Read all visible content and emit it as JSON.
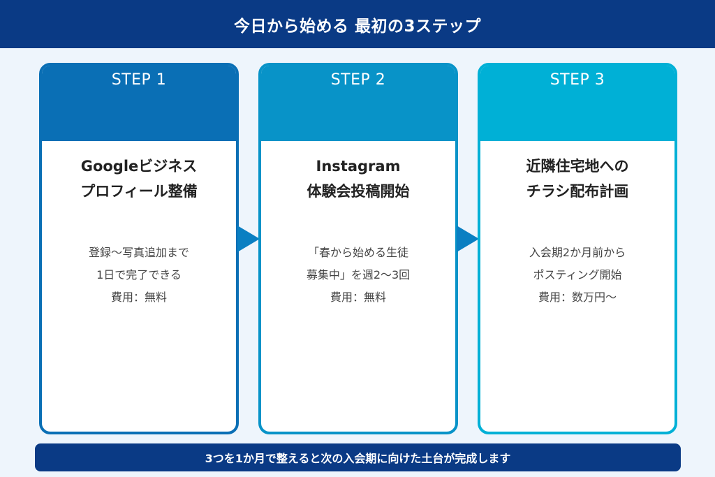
{
  "header": {
    "title": "今日から始める 最初の3ステップ"
  },
  "colors": {
    "navy": "#0a3a85",
    "step1": "#0a6fb5",
    "step2": "#0893c8",
    "step3": "#00b0d6",
    "arrow": "#0a7fc2",
    "background": "#eef5fc"
  },
  "steps": [
    {
      "label": "STEP 1",
      "title": [
        "Googleビジネス",
        "プロフィール整備"
      ],
      "description": [
        "登録〜写真追加まで",
        "1日で完了できる",
        "費用：無料"
      ]
    },
    {
      "label": "STEP 2",
      "title": [
        "Instagram",
        "体験会投稿開始"
      ],
      "description": [
        "「春から始める生徒",
        "募集中」を週2〜3回",
        "費用：無料"
      ]
    },
    {
      "label": "STEP 3",
      "title": [
        "近隣住宅地への",
        "チラシ配布計画"
      ],
      "description": [
        "入会期2か月前から",
        "ポスティング開始",
        "費用：数万円〜"
      ]
    }
  ],
  "footer": {
    "text": "3つを1か月で整えると次の入会期に向けた土台が完成します"
  }
}
